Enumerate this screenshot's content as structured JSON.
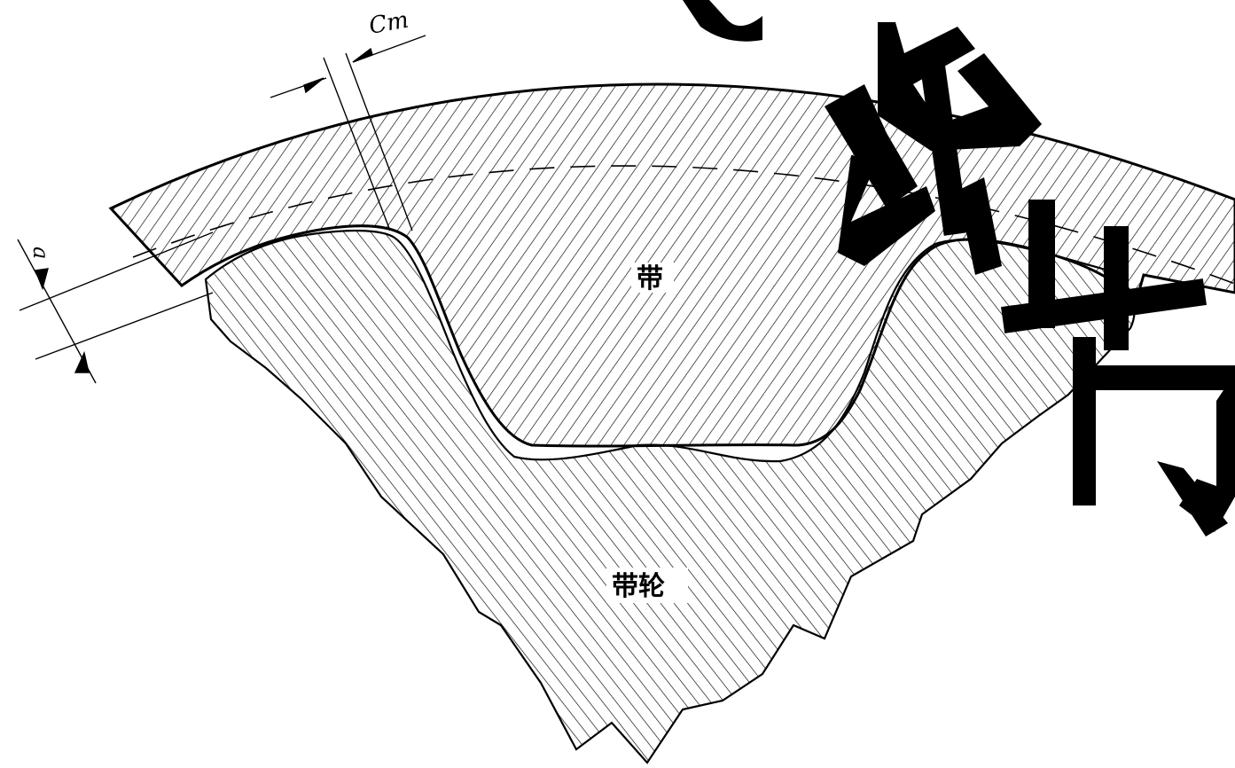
{
  "labels": {
    "cm": "Cm",
    "a": "a",
    "belt": "带",
    "pulley": "带轮"
  },
  "colors": {
    "ink": "#000000",
    "paper": "#ffffff"
  }
}
